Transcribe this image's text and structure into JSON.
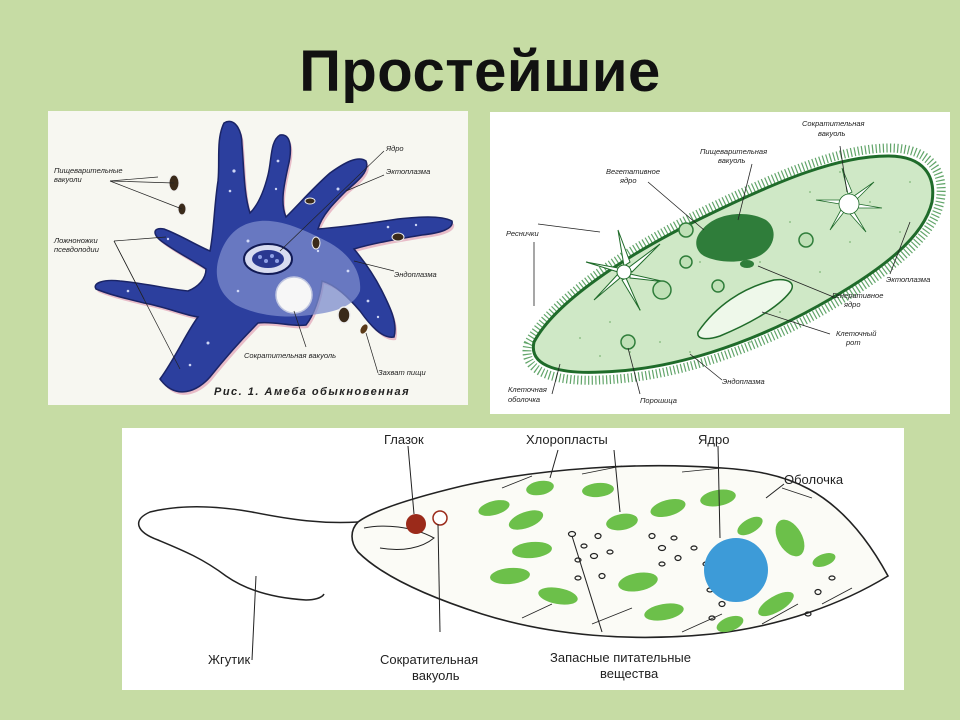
{
  "title": "Простейшие",
  "amoeba": {
    "caption": "Рис. 1. Амеба обыкновенная",
    "labels": {
      "digestive_vacuoles_1": "Пищеварительные",
      "digestive_vacuoles_2": "вакуоли",
      "pseudopods_1": "Ложноножки",
      "pseudopods_2": "псевдоподии",
      "nucleus": "Ядро",
      "ectoplasm": "Эктоплазма",
      "endoplasm": "Эндоплазма",
      "contractile_vacuole": "Сократительная вакуоль",
      "food_capture": "Захват пищи"
    }
  },
  "paramecium": {
    "labels": {
      "contractile_vacuole_1": "Сократительная",
      "contractile_vacuole_2": "вакуоль",
      "digestive_vacuole_1": "Пищеварительная",
      "digestive_vacuole_2": "вакуоль",
      "vegetative_nucleus_1": "Вегетативное",
      "vegetative_nucleus_2": "ядро",
      "cilia": "Реснички",
      "ectoplasm": "Эктоплазма",
      "generative_nucleus_1": "Генеративное",
      "generative_nucleus_2": "ядро",
      "cell_mouth_1": "Клеточный",
      "cell_mouth_2": "рот",
      "cell_membrane_1": "Клеточная",
      "cell_membrane_2": "оболочка",
      "powder": "Порошица",
      "endoplasm": "Эндоплазма"
    }
  },
  "euglena": {
    "labels": {
      "eyespot": "Глазок",
      "chloroplasts": "Хлоропласты",
      "nucleus": "Ядро",
      "membrane": "Оболочка",
      "flagellum": "Жгутик",
      "contractile_vacuole_1": "Сократительная",
      "contractile_vacuole_2": "вакуоль",
      "reserve_1": "Запасные питательные",
      "reserve_2": "вещества"
    }
  },
  "colors": {
    "background": "#c6dca4",
    "amoeba_body": "#2c3f9e",
    "paramecium_body": "#2f7d3a",
    "chloroplast": "#6cc04a",
    "euglena_nucleus": "#3d9bd8",
    "eyespot": "#9b2a1a"
  }
}
